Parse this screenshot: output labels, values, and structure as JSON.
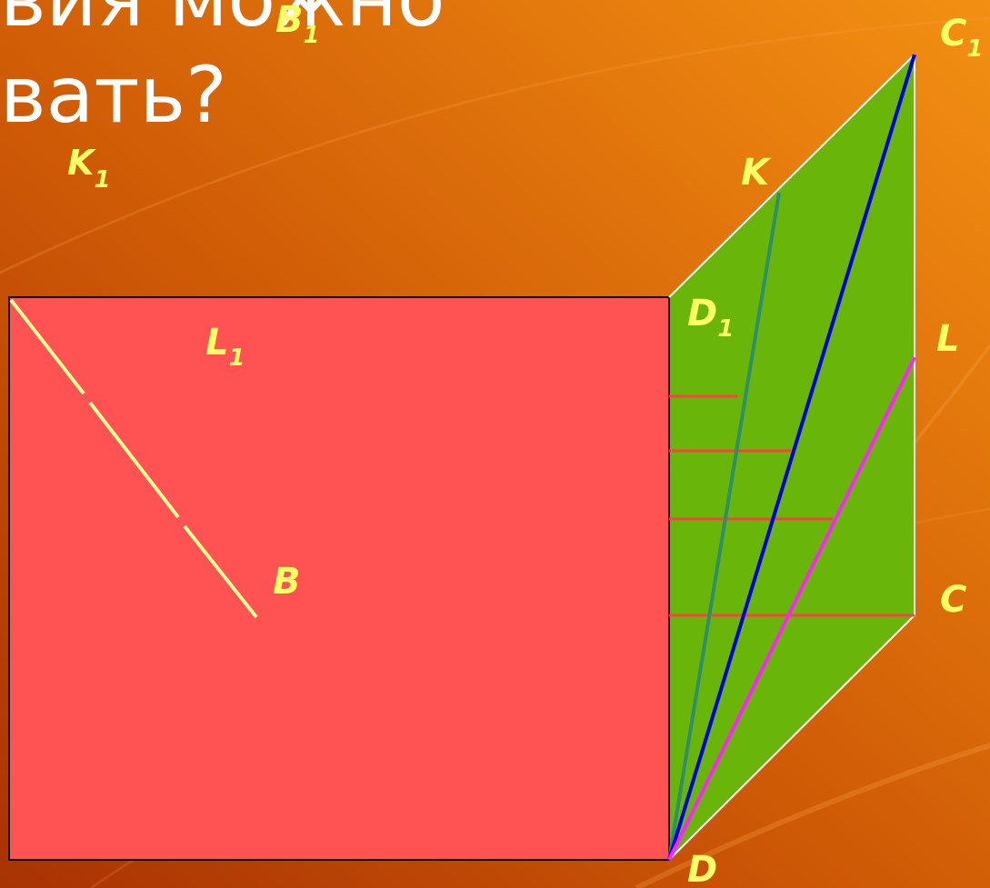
{
  "slide": {
    "title_line1": "вия можно",
    "title_line2": "вать?"
  },
  "labels": {
    "B1": {
      "main": "B",
      "sub": "1"
    },
    "C1": {
      "main": "C",
      "sub": "1"
    },
    "K1": {
      "main": "K",
      "sub": "1"
    },
    "K": {
      "main": "K"
    },
    "D1": {
      "main": "D",
      "sub": "1"
    },
    "L1": {
      "main": "L",
      "sub": "1"
    },
    "L": {
      "main": "L"
    },
    "B": {
      "main": "B"
    },
    "C": {
      "main": "C"
    },
    "D": {
      "main": "D"
    }
  },
  "colors": {
    "background_dark": "#b23c05",
    "background_light": "#f08a10",
    "front_face": "#ff5252",
    "side_face": "#6ab50a",
    "label": "#ffff66",
    "diagonal_blue": "#0000dd",
    "line_magenta": "#ff22ff",
    "line_teal": "#2e8f6a",
    "line_yellow": "#ffff99",
    "hatch_red": "#ff4040",
    "edge_white": "#ffffff"
  }
}
